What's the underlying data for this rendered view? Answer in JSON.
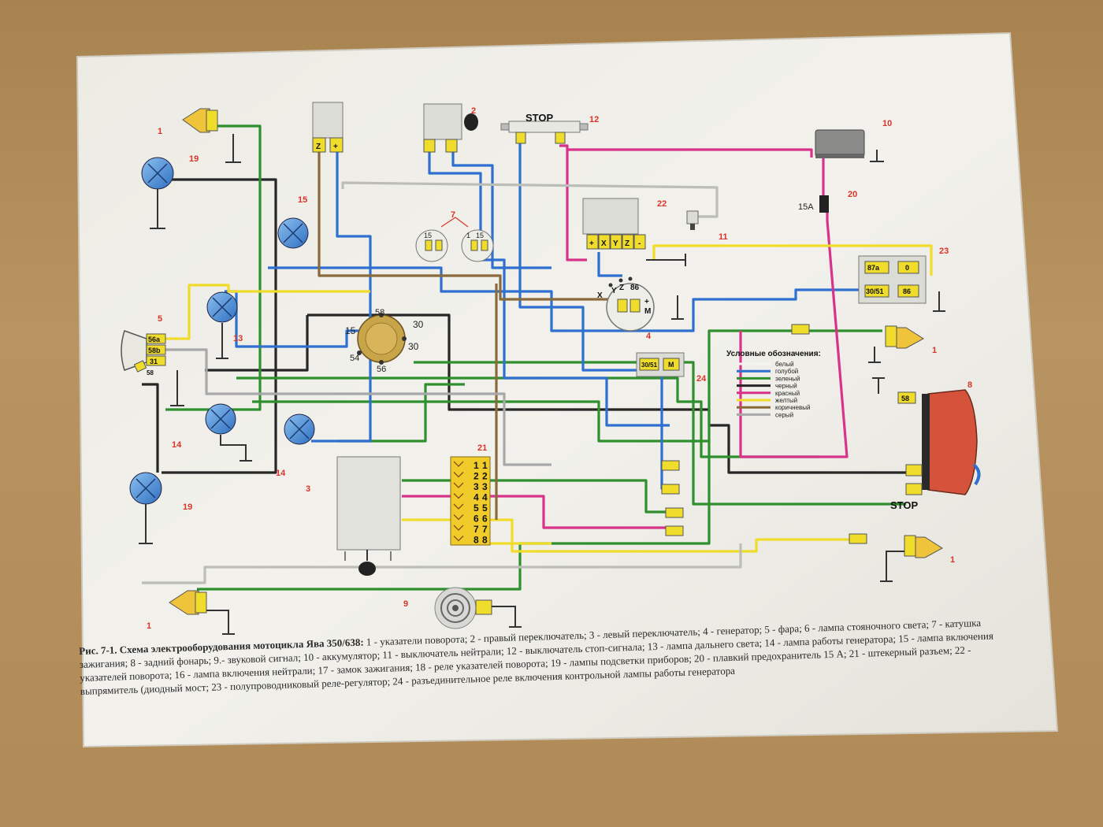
{
  "labels": {
    "n1a": "1",
    "n1b": "1",
    "n1c": "1",
    "n1d": "1",
    "n2": "2",
    "n3": "3",
    "n4": "4",
    "n5": "5",
    "n7": "7",
    "n8": "8",
    "n9": "9",
    "n10": "10",
    "n11": "11",
    "n12": "12",
    "n13": "13",
    "n14a": "14",
    "n14b": "14",
    "n15": "15",
    "n19a": "19",
    "n19b": "19",
    "n20": "20",
    "n21": "21",
    "n22": "22",
    "n23": "23",
    "n24": "24",
    "gen_z": "Z",
    "gen_plus": "+",
    "stop_top": "STOP",
    "stop_bottom": "STOP",
    "fuse_15a": "15A",
    "rect_plus": "+",
    "rect_x": "X",
    "rect_y": "Y",
    "rect_z": "Z",
    "rect_minus": "-",
    "gen_x": "X",
    "gen_y": "Y",
    "gen_zz": "Z",
    "gen_86": "86",
    "gen_plus2": "+",
    "gen_m": "M",
    "sw_15a": "15",
    "sw_15b": "15",
    "sw_1": "1",
    "ign_58": "58",
    "ign_30a": "30",
    "ign_30b": "30",
    "ign_15": "15",
    "ign_54": "54",
    "ign_56": "56",
    "hl_56a": "56a",
    "hl_58b": "58b",
    "hl_31": "31",
    "hl_58": "58",
    "relay_87a": "87a",
    "relay_0": "0",
    "relay_3051": "30/51",
    "relay_86": "86",
    "r24_3051": "30/51",
    "r24_m": "M",
    "tail_58": "58",
    "conn_1": "1",
    "conn_2": "2",
    "conn_3": "3",
    "conn_4": "4",
    "conn_5": "5",
    "conn_6": "6",
    "conn_7": "7",
    "conn_8": "8"
  },
  "legend": {
    "title": "Условные обозначения:",
    "items": [
      "белый",
      "голубой",
      "зеленый",
      "черный",
      "красный",
      "желтый",
      "коричневый",
      "серый"
    ]
  },
  "colors": {
    "white": "#f4f4f0",
    "blue": "#2f6fd0",
    "green": "#2f8f2f",
    "black": "#262626",
    "red": "#d8338a",
    "yellow": "#f0dc2a",
    "brown": "#8a6a3a",
    "gray": "#a8a8a8",
    "number": "#d8342a",
    "lamp": "#4e8fd6",
    "connector": "#f0cc2a"
  },
  "caption": {
    "title": "Рис. 7-1. Схема электрооборудования мотоцикла Ява 350/638:",
    "text": "1 - указатели поворота; 2 - правый переключатель; 3 - левый переключатель; 4 - генератор; 5 - фара; 6 - лампа стояночного света; 7 - катушка зажигания; 8 - задний фонарь; 9.- звуковой сигнал; 10 - аккумулятор; 11 - выключатель нейтрали; 12 - выключатель стоп-сигнала; 13 - лампа дальнего света; 14 - лампа работы генератора; 15 - лампа включения указателей поворота; 16 - лампа включения нейтрали; 17 - замок зажигания; 18 - реле указателей поворота; 19 - лампы подсветки приборов; 20 - плавкий предохранитель 15 А; 21 - штекерный разъем; 22 - выпрямитель (диодный мост; 23 - полупроводниковый реле-регулятор; 24 - разъединительное реле включения контрольной лампы работы генератора"
  }
}
